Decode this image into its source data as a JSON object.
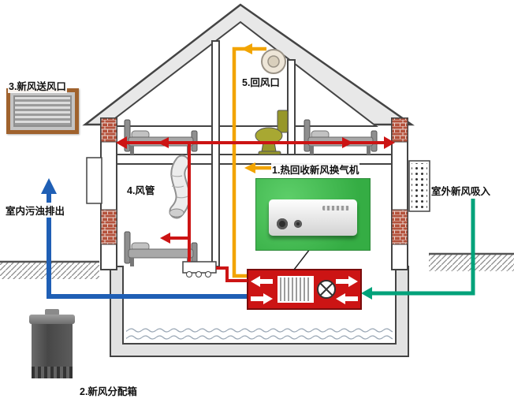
{
  "diagram": {
    "labels": {
      "hrv_unit": "1.热回收新风换气机",
      "distribution_box": "2.新风分配箱",
      "supply_outlet": "3.新风送风口",
      "duct": "4.风管",
      "return_outlet": "5.回风口",
      "indoor_exhaust": "室内污浊排出",
      "outdoor_intake": "室外新风吸入"
    },
    "colors": {
      "supply_air": "#cc1414",
      "return_air": "#f2a400",
      "exhaust_air": "#1f5fb5",
      "intake_air": "#00a27a",
      "brick": "#b5523c",
      "photo_green": "#35ad44"
    },
    "icons": {
      "bed": "bed-icon",
      "toilet": "toilet-icon",
      "ceiling_vent": "ceiling-vent-icon",
      "fan": "fan-icon",
      "heat_exchanger_core": "heat-exchanger-core-icon",
      "flex_duct": "flex-duct-icon"
    }
  }
}
